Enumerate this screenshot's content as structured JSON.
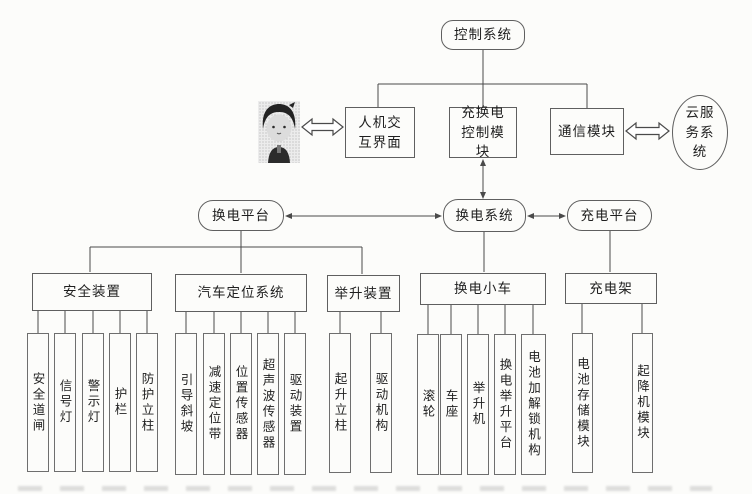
{
  "palette": {
    "background": "#fcfcfa",
    "line": "#4a4a4a",
    "box_border": "#5f5f5f",
    "text": "#1f1f1f"
  },
  "icons": {
    "user_icon": "person-halftone-portrait",
    "double_arrow_icon": "hollow-double-headed-arrow"
  },
  "nodes": {
    "control_system": {
      "label": "控制系统"
    },
    "hmi": {
      "label": "人机交互界面"
    },
    "charge_swap_control": {
      "label": "充换电控制模块"
    },
    "comm_module": {
      "label": "通信模块"
    },
    "cloud_service": {
      "label": "云服务系统"
    },
    "swap_platform": {
      "label": "换电平台"
    },
    "swap_system": {
      "label": "换电系统"
    },
    "charging_platform": {
      "label": "充电平台"
    },
    "safety_device": {
      "label": "安全装置"
    },
    "vehicle_positioning": {
      "label": "汽车定位系统"
    },
    "lifting_device": {
      "label": "举升装置"
    },
    "swap_cart": {
      "label": "换电小车"
    },
    "charging_rack": {
      "label": "充电架"
    }
  },
  "leaves": {
    "safety": [
      "安全道闸",
      "信号灯",
      "警示灯",
      "护栏",
      "防护立柱"
    ],
    "positioning": [
      "引导斜坡",
      "减速定位带",
      "位置传感器",
      "超声波传感器",
      "驱动装置"
    ],
    "lifting": [
      "起升立柱",
      "驱动机构"
    ],
    "cart": [
      "滚轮",
      "车座",
      "举升机",
      "换电举升平台",
      "电池加解锁机构"
    ],
    "rack": [
      "电池存储模块",
      "起降机模块"
    ]
  }
}
